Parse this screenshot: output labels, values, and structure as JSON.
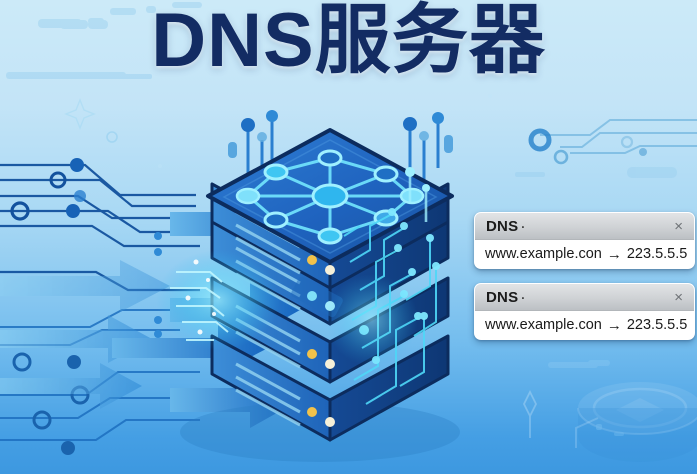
{
  "page": {
    "title": "DNS服务器",
    "title_color": "#132c63",
    "background_top_color": "#cceaf8",
    "background_bottom_color": "#3d98e0",
    "accent_cyan": "#3fd9f5",
    "accent_blue": "#1565c0"
  },
  "dialogs": [
    {
      "name": "dns-popup-1",
      "title": "DNS",
      "title_dot": "·",
      "close_label": "×",
      "domain": "www.example.con",
      "arrow": "→",
      "ip": "223.5.5.5"
    },
    {
      "name": "dns-popup-2",
      "title": "DNS",
      "title_dot": "·",
      "close_label": "×",
      "domain": "www.example.con",
      "arrow": "→",
      "ip": "223.5.5.5"
    }
  ],
  "illustration": {
    "server_label": "dns-server-stack",
    "rack_units": 4,
    "network_nodes": 9,
    "inbound_arrows": 6,
    "database_icon": "database-cylinder"
  }
}
